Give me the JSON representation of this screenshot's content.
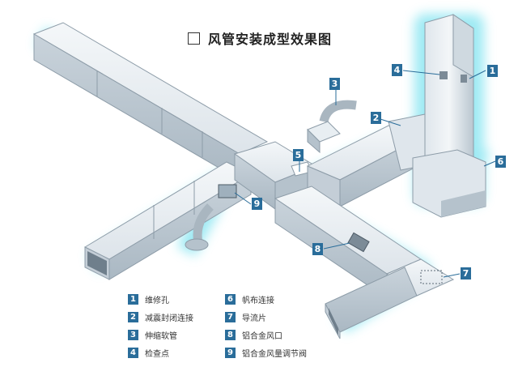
{
  "title": "风管安装成型效果图",
  "callouts": [
    "1",
    "2",
    "3",
    "4",
    "5",
    "6",
    "7",
    "8",
    "9"
  ],
  "legend": [
    {
      "num": "1",
      "label": "维修孔"
    },
    {
      "num": "6",
      "label": "帆布连接"
    },
    {
      "num": "2",
      "label": "减震封闭连接"
    },
    {
      "num": "7",
      "label": "导流片"
    },
    {
      "num": "3",
      "label": "伸缩软管"
    },
    {
      "num": "8",
      "label": "铝合金风口"
    },
    {
      "num": "4",
      "label": "检查点"
    },
    {
      "num": "9",
      "label": "铝合金风量调节阀"
    }
  ],
  "colors": {
    "duct_light": "#eef2f5",
    "duct_mid": "#cdd7df",
    "duct_dark": "#9fb0bd",
    "glow": "#7fe3f0",
    "badge": "#2a6d9a"
  }
}
